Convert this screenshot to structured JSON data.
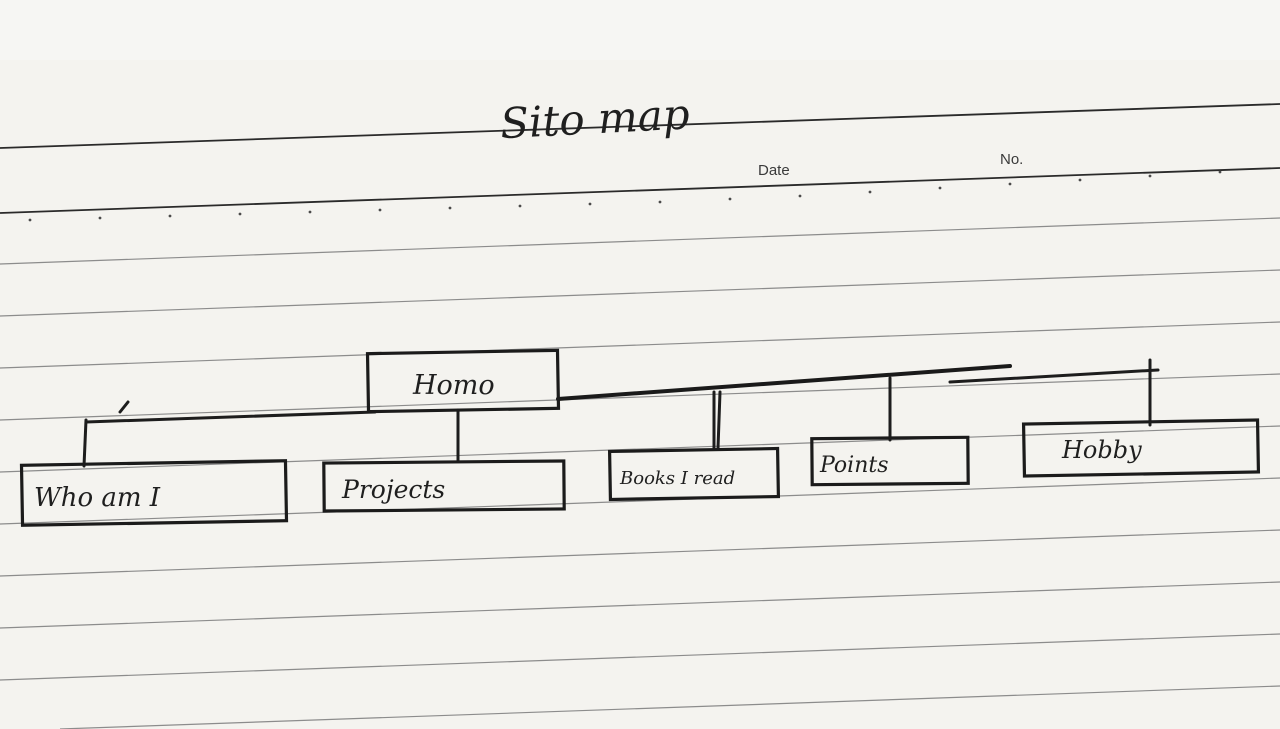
{
  "sheet": {
    "title": "Sito map",
    "date_label": "Date",
    "number_label": "No."
  },
  "sitemap": {
    "root": {
      "label": "Homo"
    },
    "children": [
      {
        "id": "who",
        "label": "Who am I"
      },
      {
        "id": "projects",
        "label": "Projects"
      },
      {
        "id": "books",
        "label": "Books I read"
      },
      {
        "id": "points",
        "label": "Points"
      },
      {
        "id": "hobby",
        "label": "Hobby"
      }
    ]
  }
}
